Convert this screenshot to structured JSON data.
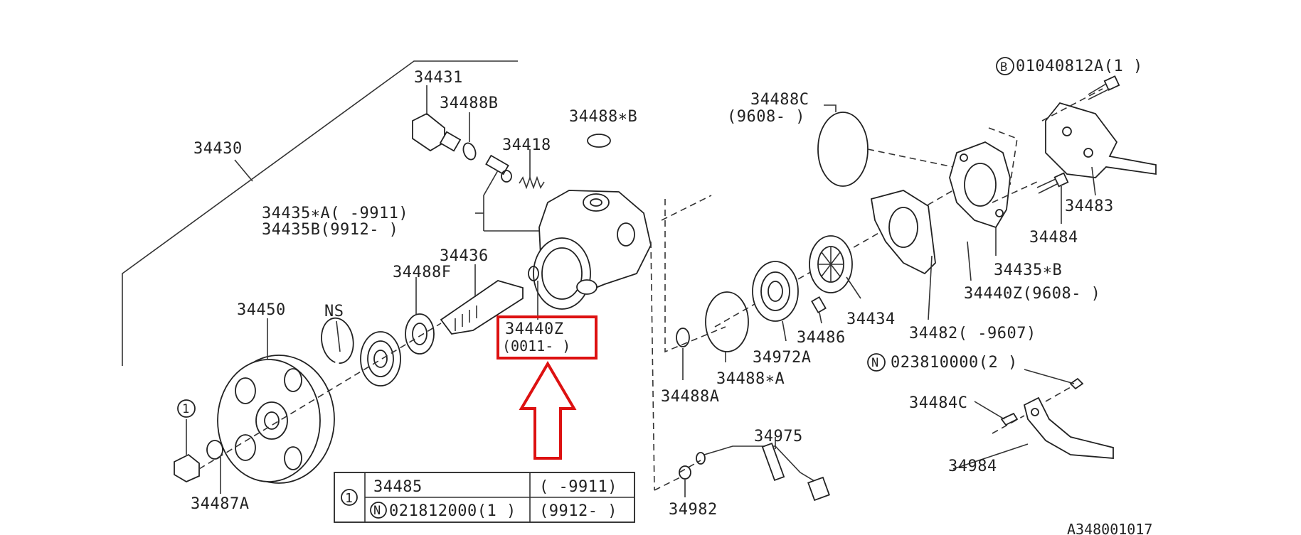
{
  "labels": {
    "p34430": "34430",
    "p34431": "34431",
    "p34488b": "34488B",
    "p34488sb": "34488∗B",
    "p34418": "34418",
    "p34435a": "34435∗A( -9911)",
    "p34435b": "34435B(9912- )",
    "p34436": "34436",
    "p34488f": "34488F",
    "p34450": "34450",
    "ns": "NS",
    "p34440z_main": "34440Z",
    "p34440z_range": "(0011- )",
    "p34487a": "34487A",
    "p34488c": "34488C",
    "p34488c_range": "(9608- )",
    "p01040812a": "01040812A(1 )",
    "p34483": "34483",
    "p34484": "34484",
    "p34435sb": "34435∗B",
    "p34440z_2": "34440Z(9608- )",
    "p34434": "34434",
    "p34486": "34486",
    "p34482": "34482( -9607)",
    "p34972a": "34972A",
    "p34488sa": "34488∗A",
    "p34488a": "34488A",
    "p023810000": "023810000(2 )",
    "p34484c": "34484C",
    "p34984": "34984",
    "p34975": "34975",
    "p34982": "34982",
    "diagram_id": "A348001017"
  },
  "markers": {
    "circle_1": "1",
    "circle_b": "B",
    "circle_n": "N"
  },
  "ref_table": {
    "marker": "1",
    "rows": [
      {
        "part": "34485",
        "range": "( -9911)"
      },
      {
        "part": "021812000(1 )",
        "range": "(9912- )",
        "marker": "N"
      }
    ]
  },
  "highlight": {
    "color": "#dd1111",
    "target": "34440Z"
  },
  "icons": [
    "up-arrow-icon"
  ]
}
